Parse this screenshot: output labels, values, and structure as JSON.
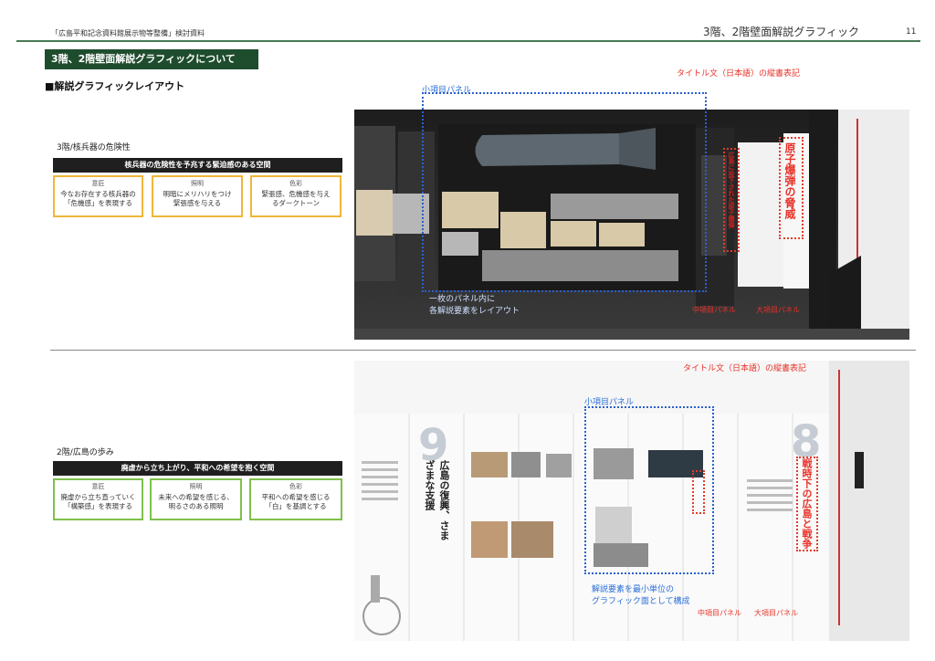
{
  "header": {
    "doc_title": "「広島平和記念資料館展示物等整備」検討資料",
    "section_title": "3階、2階壁面解説グラフィック",
    "page_number": "11"
  },
  "banner": "3階、2階壁面解説グラフィックについて",
  "layout_heading": "■解説グラフィックレイアウト",
  "floor3": {
    "label": "3階/核兵器の危険性",
    "concept": "核兵器の危険性を予兆する緊迫感のある空間",
    "cells": [
      {
        "title": "意匠",
        "text1": "今なお存在する核兵器の",
        "text2": "「危機感」を表現する"
      },
      {
        "title": "照明",
        "text1": "明暗にメリハリをつけ",
        "text2": "緊張感を与える"
      },
      {
        "title": "色彩",
        "text1": "緊張感、危機感を与え",
        "text2": "るダークトーン"
      }
    ],
    "annotations": {
      "small_panel": "小項目パネル",
      "title_vertical": "タイトル文（日本語）の縦書表記",
      "layout_note1": "一枚のパネル内に",
      "layout_note2": "各解説要素をレイアウト",
      "mid_panel": "中項目パネル",
      "large_panel": "大項目パネル"
    },
    "panel_title": "原子爆弾の脅威",
    "panel_subtitle": "広島に投下された原子爆弾"
  },
  "floor2": {
    "label": "2階/広島の歩み",
    "concept": "廃虚から立ち上がり、平和への希望を抱く空間",
    "cells": [
      {
        "title": "意匠",
        "text1": "廃虚から立ち直っていく",
        "text2": "「構築感」を表現する"
      },
      {
        "title": "照明",
        "text1": "未来への希望を感じる、",
        "text2": "明るさのある照明"
      },
      {
        "title": "色彩",
        "text1": "平和への希望を感じる",
        "text2": "「白」を基調とする"
      }
    ],
    "annotations": {
      "title_vertical": "タイトル文（日本語）の縦書表記",
      "small_panel": "小項目パネル",
      "layout_note1": "解説要素を最小単位の",
      "layout_note2": "グラフィック面として構成",
      "mid_panel": "中項目パネル",
      "large_panel": "大項目パネル"
    },
    "panel_title": "戦時下の広島と戦争",
    "panel_title_9": "広島の復興、さまざまな支援",
    "num_9": "9",
    "num_8": "8"
  }
}
